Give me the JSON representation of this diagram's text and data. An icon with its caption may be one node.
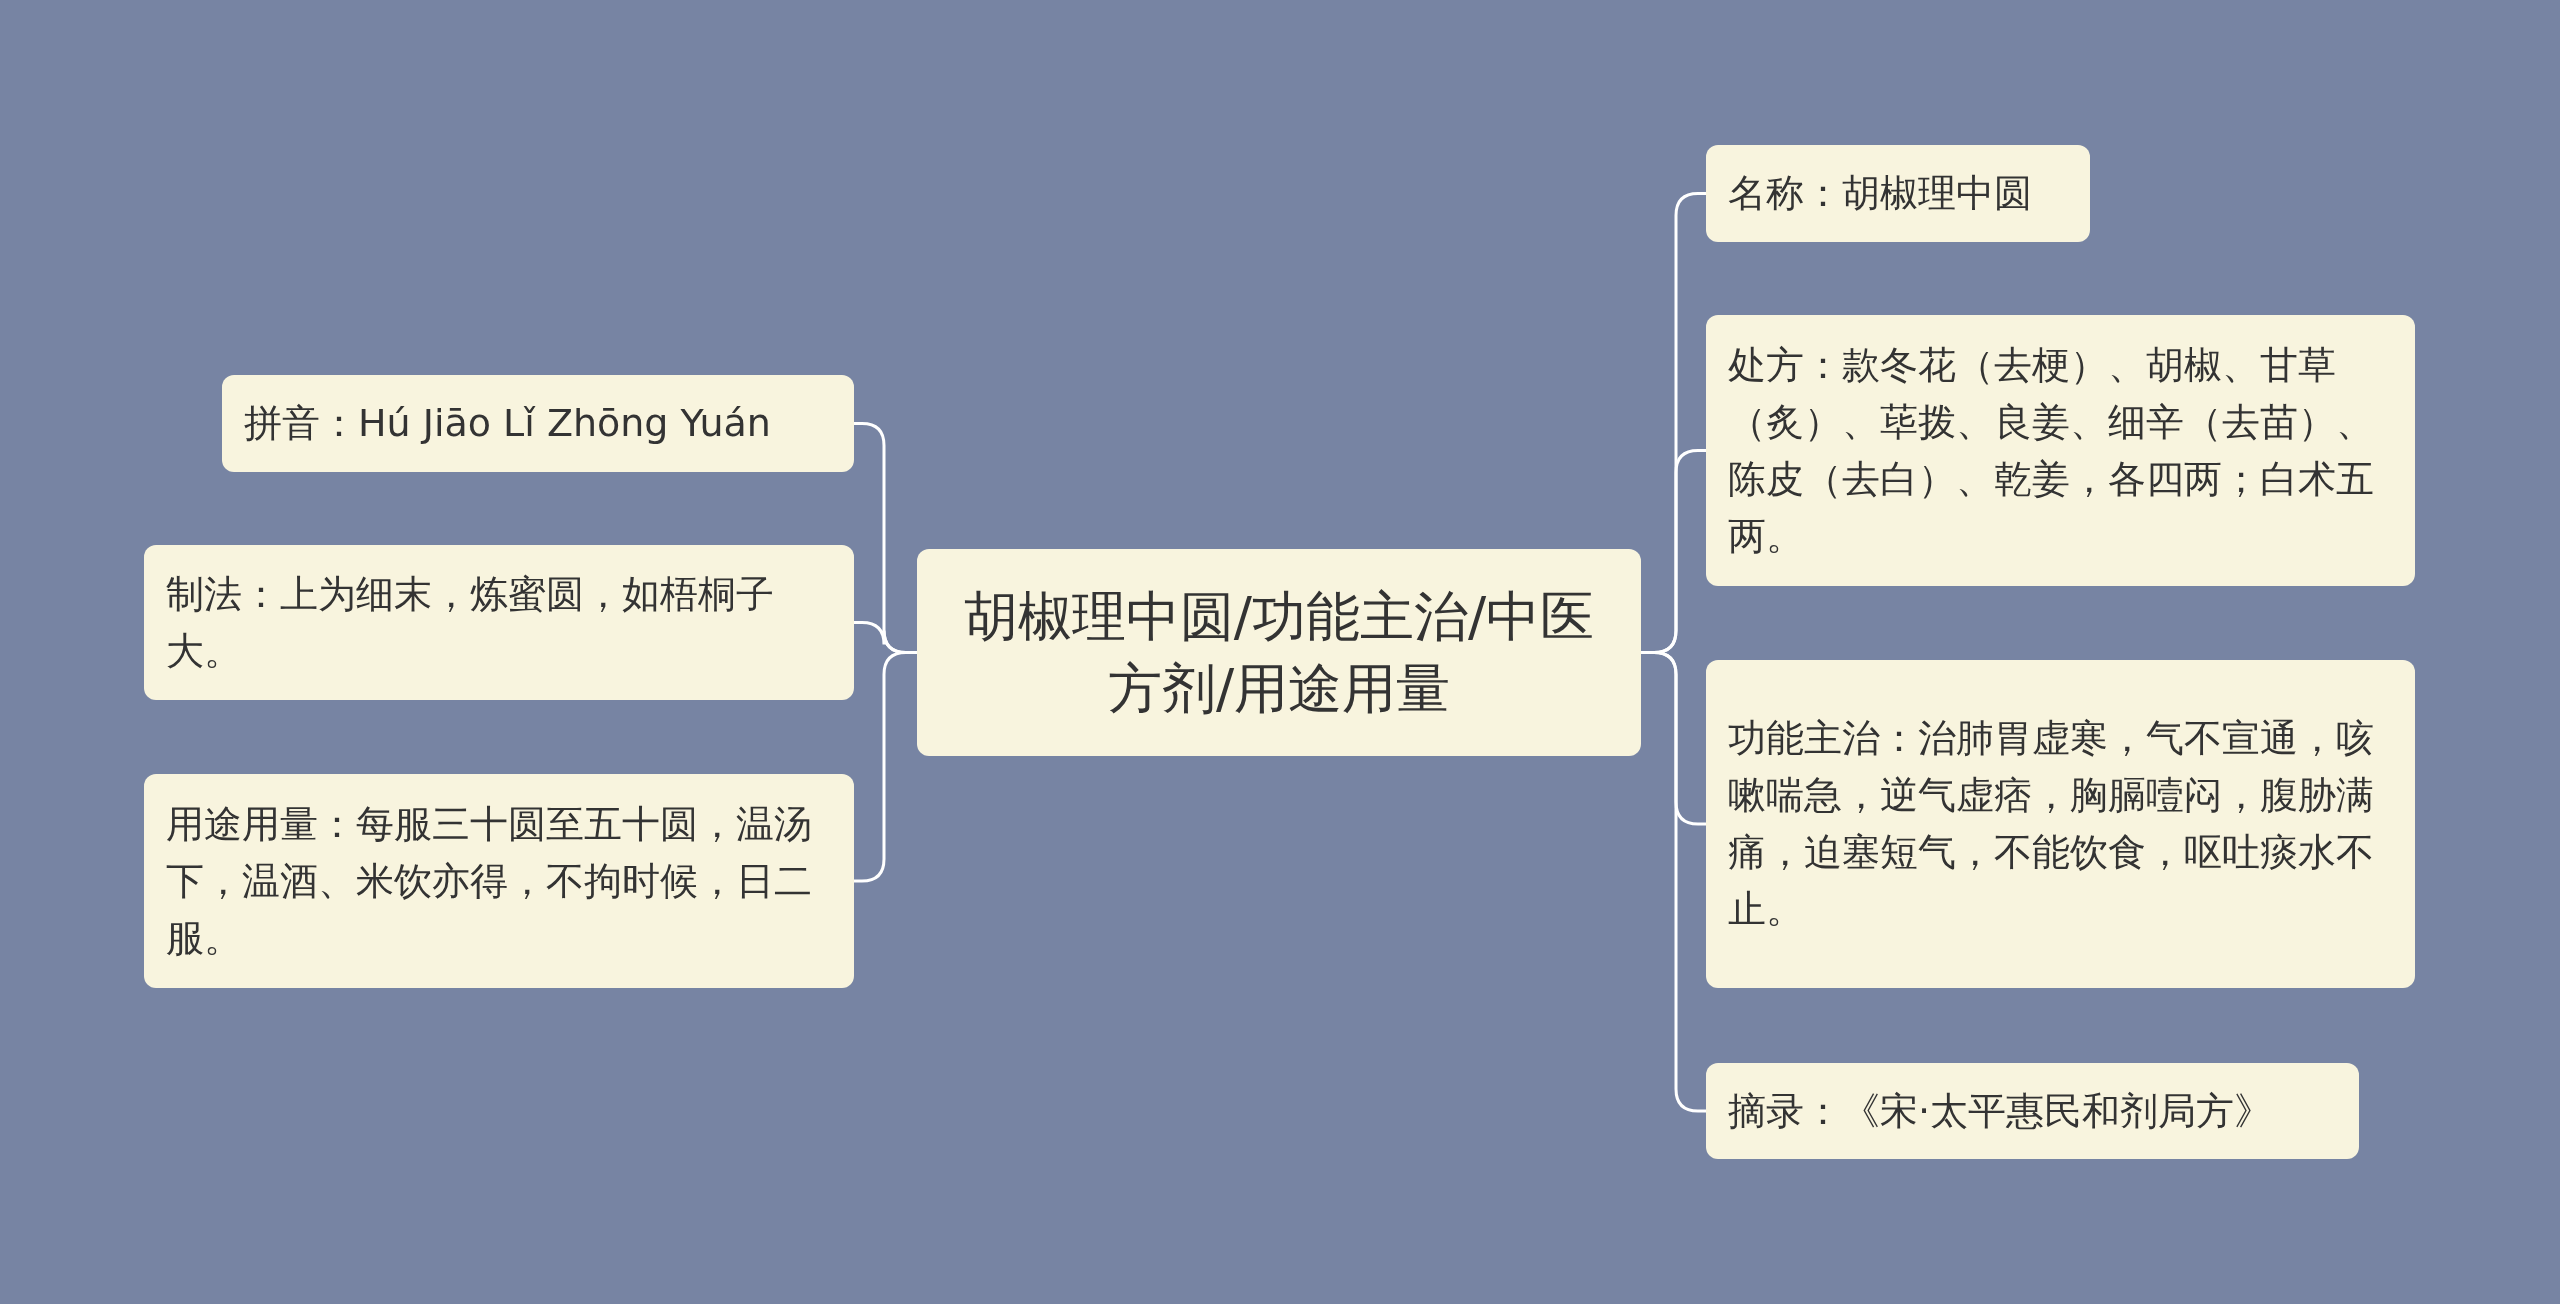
{
  "diagram": {
    "nodes": [
      {
        "text": [
          "胡椒理中圆/功能主治/中医方剂/用途用量"
        ]
      },
      {
        "text": [
          "拼音：Hú Jiāo Lǐ Zhōng Yuán"
        ]
      },
      {
        "text": [
          "制法：上为细末，炼蜜圆，如梧桐子大。"
        ]
      },
      {
        "text": [
          "用途用量：每服三十圆至五十圆，温汤下，温酒、米饮亦得，不拘时候，日二服。"
        ]
      },
      {
        "text": [
          "名称：胡椒理中圆"
        ]
      },
      {
        "text": [
          "处方：款冬花（去梗）、胡椒、甘草（炙）、荜拨、良姜、细辛（去苗）、陈皮（去白）、乾姜，各四两；白术五两。"
        ]
      },
      {
        "text": [
          "功能主治：治肺胃虚寒，气不宣通，咳嗽喘急，逆气虚痞，胸膈噎闷，腹胁满痛，迫塞短气，不能饮食，呕吐痰水不止。"
        ]
      },
      {
        "text": [
          "摘录：《宋·太平惠民和剂局方》"
        ]
      }
    ],
    "edges": [
      {
        "from": 0,
        "to": 1,
        "arrow": "none"
      },
      {
        "from": 0,
        "to": 2,
        "arrow": "none"
      },
      {
        "from": 0,
        "to": 3,
        "arrow": "none"
      },
      {
        "from": 0,
        "to": 4,
        "arrow": "none"
      },
      {
        "from": 0,
        "to": 5,
        "arrow": "none"
      },
      {
        "from": 0,
        "to": 6,
        "arrow": "none"
      },
      {
        "from": 0,
        "to": 7,
        "arrow": "none"
      }
    ]
  }
}
